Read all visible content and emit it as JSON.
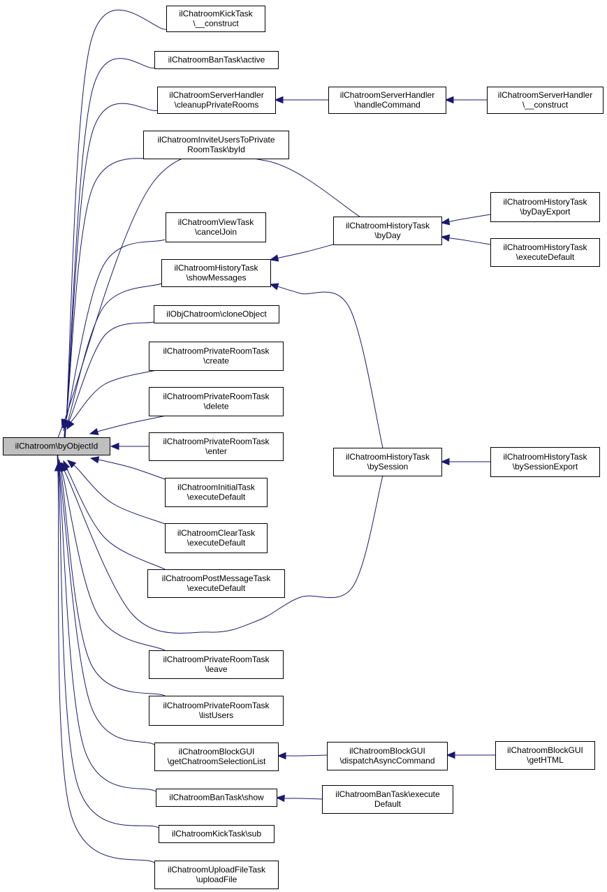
{
  "nodes": [
    {
      "id": "root",
      "lines": [
        "ilChatroom\\byObjectId"
      ]
    },
    {
      "id": "kick_construct",
      "lines": [
        "ilChatroomKickTask",
        "\\__construct"
      ]
    },
    {
      "id": "ban_active",
      "lines": [
        "ilChatroomBanTask\\active"
      ]
    },
    {
      "id": "sh_cleanup",
      "lines": [
        "ilChatroomServerHandler",
        "\\cleanupPrivateRooms"
      ]
    },
    {
      "id": "sh_handle",
      "lines": [
        "ilChatroomServerHandler",
        "\\handleCommand"
      ]
    },
    {
      "id": "sh_construct",
      "lines": [
        "ilChatroomServerHandler",
        "\\__construct"
      ]
    },
    {
      "id": "invite_byid",
      "lines": [
        "ilChatroomInviteUsersToPrivate",
        "RoomTask\\byId"
      ]
    },
    {
      "id": "hist_byday",
      "lines": [
        "ilChatroomHistoryTask",
        "\\byDay"
      ]
    },
    {
      "id": "hist_bydayexport",
      "lines": [
        "ilChatroomHistoryTask",
        "\\byDayExport"
      ]
    },
    {
      "id": "hist_execdefault",
      "lines": [
        "ilChatroomHistoryTask",
        "\\executeDefault"
      ]
    },
    {
      "id": "view_canceljoin",
      "lines": [
        "ilChatroomViewTask",
        "\\cancelJoin"
      ]
    },
    {
      "id": "hist_showmessages",
      "lines": [
        "ilChatroomHistoryTask",
        "\\showMessages"
      ]
    },
    {
      "id": "obj_clone",
      "lines": [
        "ilObjChatroom\\cloneObject"
      ]
    },
    {
      "id": "pr_create",
      "lines": [
        "ilChatroomPrivateRoomTask",
        "\\create"
      ]
    },
    {
      "id": "pr_delete",
      "lines": [
        "ilChatroomPrivateRoomTask",
        "\\delete"
      ]
    },
    {
      "id": "pr_enter",
      "lines": [
        "ilChatroomPrivateRoomTask",
        "\\enter"
      ]
    },
    {
      "id": "hist_bysession",
      "lines": [
        "ilChatroomHistoryTask",
        "\\bySession"
      ]
    },
    {
      "id": "hist_bysessionexport",
      "lines": [
        "ilChatroomHistoryTask",
        "\\bySessionExport"
      ]
    },
    {
      "id": "initial_exec",
      "lines": [
        "ilChatroomInitialTask",
        "\\executeDefault"
      ]
    },
    {
      "id": "clear_exec",
      "lines": [
        "ilChatroomClearTask",
        "\\executeDefault"
      ]
    },
    {
      "id": "post_exec",
      "lines": [
        "ilChatroomPostMessageTask",
        "\\executeDefault"
      ]
    },
    {
      "id": "pr_leave",
      "lines": [
        "ilChatroomPrivateRoomTask",
        "\\leave"
      ]
    },
    {
      "id": "pr_listusers",
      "lines": [
        "ilChatroomPrivateRoomTask",
        "\\listUsers"
      ]
    },
    {
      "id": "block_getlist",
      "lines": [
        "ilChatroomBlockGUI",
        "\\getChatroomSelectionList"
      ]
    },
    {
      "id": "block_dispatch",
      "lines": [
        "ilChatroomBlockGUI",
        "\\dispatchAsyncCommand"
      ]
    },
    {
      "id": "block_gethtml",
      "lines": [
        "ilChatroomBlockGUI",
        "\\getHTML"
      ]
    },
    {
      "id": "ban_show",
      "lines": [
        "ilChatroomBanTask\\show"
      ]
    },
    {
      "id": "ban_execute",
      "lines": [
        "ilChatroomBanTask\\execute",
        "Default"
      ]
    },
    {
      "id": "kick_sub",
      "lines": [
        "ilChatroomKickTask\\sub"
      ]
    },
    {
      "id": "upload_file",
      "lines": [
        "ilChatroomUploadFileTask",
        "\\uploadFile"
      ]
    }
  ],
  "edges": [
    {
      "from": "kick_construct",
      "to": "root"
    },
    {
      "from": "ban_active",
      "to": "root"
    },
    {
      "from": "sh_cleanup",
      "to": "root"
    },
    {
      "from": "invite_byid",
      "to": "root"
    },
    {
      "from": "hist_byday",
      "to": "root"
    },
    {
      "from": "view_canceljoin",
      "to": "root"
    },
    {
      "from": "hist_showmessages",
      "to": "root"
    },
    {
      "from": "obj_clone",
      "to": "root"
    },
    {
      "from": "pr_create",
      "to": "root"
    },
    {
      "from": "pr_delete",
      "to": "root"
    },
    {
      "from": "pr_enter",
      "to": "root"
    },
    {
      "from": "initial_exec",
      "to": "root"
    },
    {
      "from": "clear_exec",
      "to": "root"
    },
    {
      "from": "post_exec",
      "to": "root"
    },
    {
      "from": "hist_bysession",
      "to": "root"
    },
    {
      "from": "pr_leave",
      "to": "root"
    },
    {
      "from": "pr_listusers",
      "to": "root"
    },
    {
      "from": "block_getlist",
      "to": "root"
    },
    {
      "from": "ban_show",
      "to": "root"
    },
    {
      "from": "kick_sub",
      "to": "root"
    },
    {
      "from": "upload_file",
      "to": "root"
    },
    {
      "from": "sh_handle",
      "to": "sh_cleanup"
    },
    {
      "from": "sh_construct",
      "to": "sh_handle"
    },
    {
      "from": "hist_byday",
      "to": "hist_showmessages"
    },
    {
      "from": "hist_bydayexport",
      "to": "hist_byday"
    },
    {
      "from": "hist_execdefault",
      "to": "hist_byday"
    },
    {
      "from": "hist_bysession",
      "to": "hist_showmessages"
    },
    {
      "from": "hist_bysessionexport",
      "to": "hist_bysession"
    },
    {
      "from": "block_dispatch",
      "to": "block_getlist"
    },
    {
      "from": "block_gethtml",
      "to": "block_dispatch"
    },
    {
      "from": "ban_execute",
      "to": "ban_show"
    }
  ]
}
